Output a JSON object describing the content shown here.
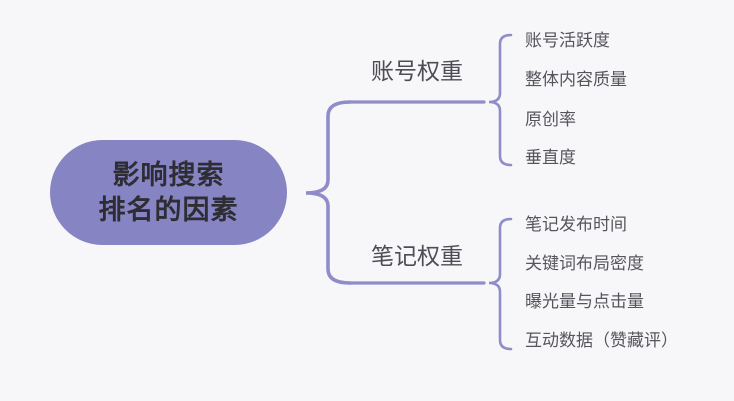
{
  "colors": {
    "background": "#f7f7fa",
    "root_fill": "#8784c4",
    "root_text": "#2f2d34",
    "connector": "#8f8cc9",
    "branch_text": "#4d4d55",
    "item_text": "#55555c"
  },
  "root": {
    "title_line1": "影响搜索",
    "title_line2": "排名的因素"
  },
  "branches": [
    {
      "label": "账号权重",
      "children": [
        "账号活跃度",
        "整体内容质量",
        "原创率",
        "垂直度"
      ]
    },
    {
      "label": "笔记权重",
      "children": [
        "笔记发布时间",
        "关键词布局密度",
        "曝光量与点击量",
        "互动数据（赞藏评）"
      ]
    }
  ]
}
